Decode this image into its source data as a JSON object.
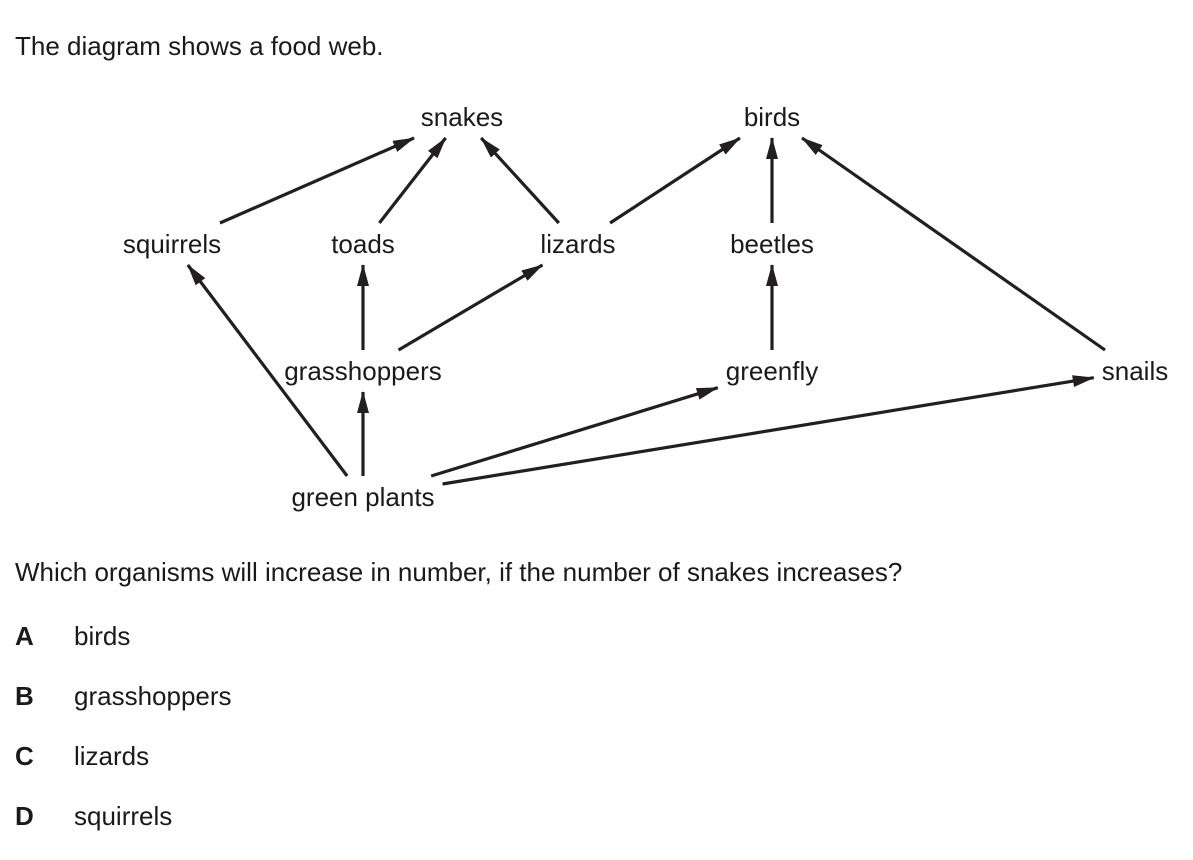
{
  "intro": "The diagram shows a food web.",
  "organisms": {
    "snakes": "snakes",
    "birds": "birds",
    "squirrels": "squirrels",
    "toads": "toads",
    "lizards": "lizards",
    "beetles": "beetles",
    "grasshoppers": "grasshoppers",
    "greenfly": "greenfly",
    "snails": "snails",
    "green_plants": "green plants"
  },
  "feeding_links": [
    {
      "from": "squirrels",
      "to": "snakes"
    },
    {
      "from": "toads",
      "to": "snakes"
    },
    {
      "from": "lizards",
      "to": "snakes"
    },
    {
      "from": "lizards",
      "to": "birds"
    },
    {
      "from": "beetles",
      "to": "birds"
    },
    {
      "from": "snails",
      "to": "birds"
    },
    {
      "from": "grasshoppers",
      "to": "toads"
    },
    {
      "from": "grasshoppers",
      "to": "lizards"
    },
    {
      "from": "greenfly",
      "to": "beetles"
    },
    {
      "from": "green_plants",
      "to": "squirrels"
    },
    {
      "from": "green_plants",
      "to": "grasshoppers"
    },
    {
      "from": "green_plants",
      "to": "greenfly"
    },
    {
      "from": "green_plants",
      "to": "snails"
    }
  ],
  "arrow_color": "#231f20",
  "question": "Which organisms will increase in number, if the number of snakes increases?",
  "options": [
    {
      "letter": "A",
      "text": "birds"
    },
    {
      "letter": "B",
      "text": "grasshoppers"
    },
    {
      "letter": "C",
      "text": "lizards"
    },
    {
      "letter": "D",
      "text": "squirrels"
    }
  ]
}
